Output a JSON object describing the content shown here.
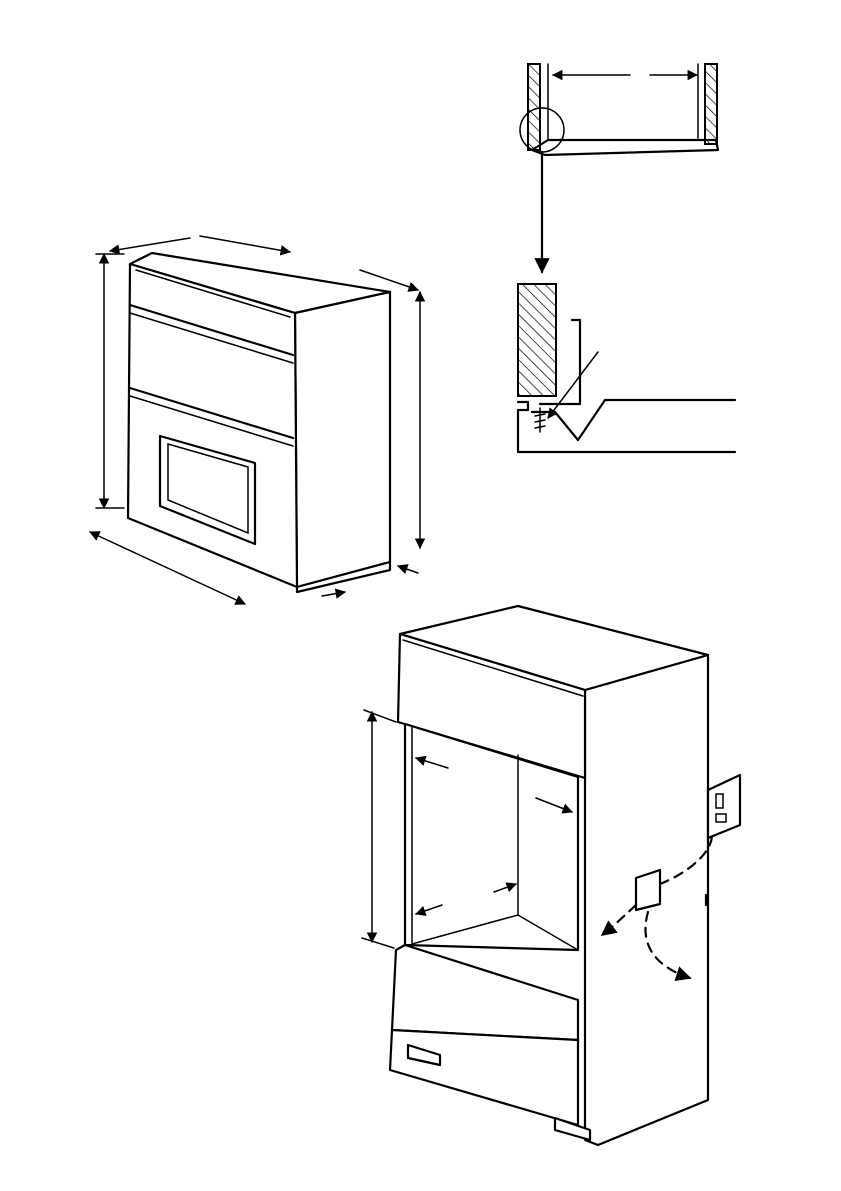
{
  "figures": [
    {
      "id": "oven-unit",
      "view": "perspective",
      "dimension_arrows": 5
    },
    {
      "id": "fixing-detail",
      "view": "section",
      "dimension_arrows": 1,
      "callout_arrows": 2
    },
    {
      "id": "housing-cabinet",
      "view": "perspective",
      "dimension_arrows": 5,
      "service_routes": 3
    }
  ],
  "style": {
    "line_color": "#000000",
    "background": "#ffffff"
  }
}
